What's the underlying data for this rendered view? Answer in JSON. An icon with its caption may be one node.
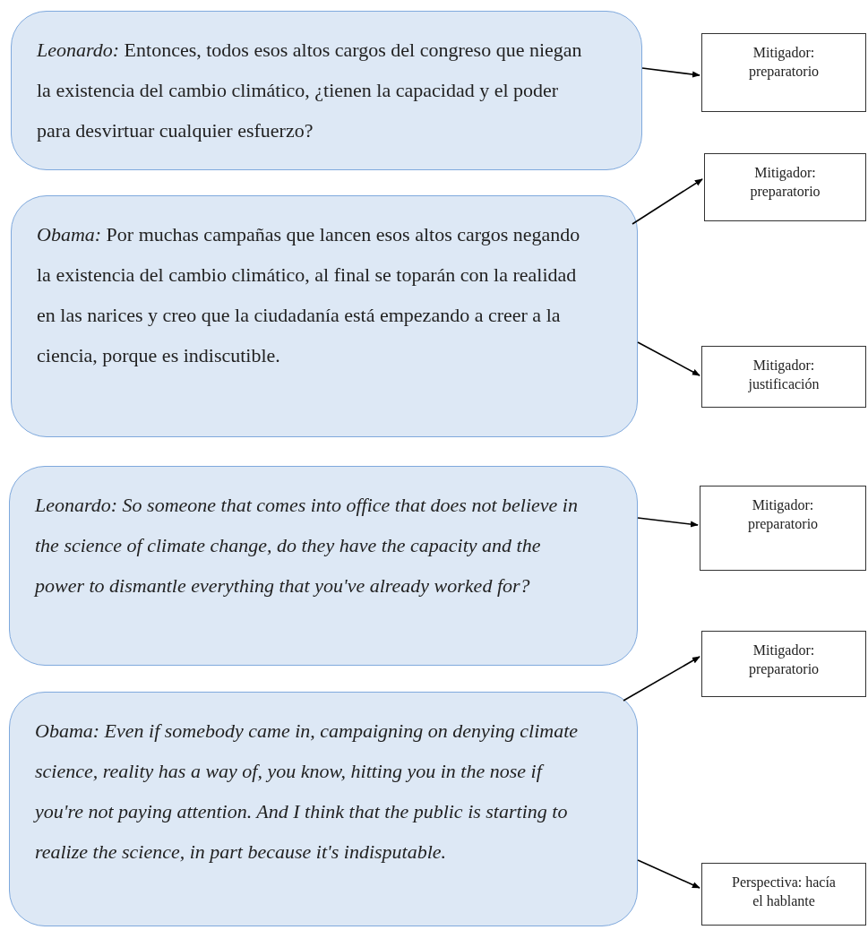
{
  "diagram": {
    "nodes": [
      {
        "text": [
          "*Leonardo:* Entonces, todos esos altos cargos del congreso que niegan la existencia del cambio climático, ¿tienen la capacidad y el poder para desvirtuar cualquier esfuerzo?"
        ]
      },
      {
        "text": [
          "Mitigador: preparatorio"
        ]
      },
      {
        "text": [
          "*Obama:* Por muchas campañas que lancen esos altos cargos negando la existencia del cambio climático, al final se toparán con la realidad en las narices y creo que la ciudadanía está empezando a creer a la ciencia, porque es indiscutible."
        ]
      },
      {
        "text": [
          "Mitigador: preparatorio"
        ]
      },
      {
        "text": [
          "Mitigador: justificación"
        ]
      },
      {
        "text": [
          "Leonardo: So someone that comes into office that does not believe in the science of climate change, do they have the capacity and the power to dismantle everything that you've already worked for?"
        ]
      },
      {
        "text": [
          "Mitigador: preparatorio"
        ]
      },
      {
        "text": [
          "Obama: Even if somebody came in, campaigning on denying climate science, reality has a way of, you know, hitting you in the nose if you're not paying attention. And I think that the public is starting to realize the science, in part because it's indisputable."
        ]
      },
      {
        "text": [
          "Mitigador: preparatorio"
        ]
      },
      {
        "text": [
          "Perspectiva: hacía el hablante"
        ]
      }
    ],
    "edges": [
      {
        "from": 0,
        "to": 1,
        "arrow": "to"
      },
      {
        "from": 2,
        "to": 3,
        "arrow": "to"
      },
      {
        "from": 2,
        "to": 4,
        "arrow": "to"
      },
      {
        "from": 5,
        "to": 6,
        "arrow": "to"
      },
      {
        "from": 7,
        "to": 8,
        "arrow": "to"
      },
      {
        "from": 7,
        "to": 9,
        "arrow": "to"
      }
    ]
  }
}
